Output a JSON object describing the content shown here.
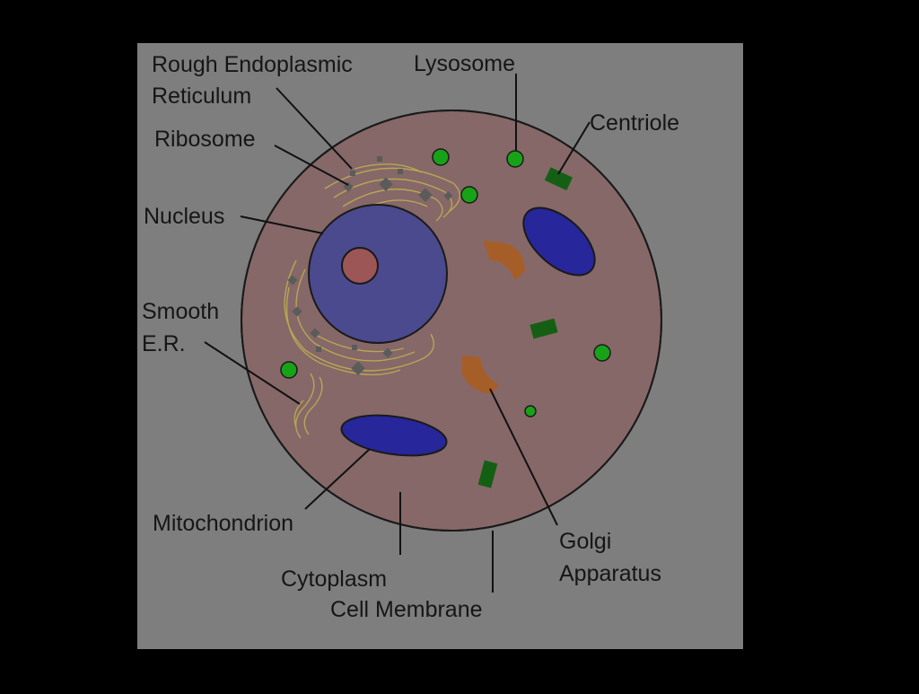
{
  "colors": {
    "screen": "#000000",
    "panel": "#7e7e7e",
    "cytoplasm": "#866868",
    "membrane": "#1a1a1a",
    "nucleus": "#4b4a8e",
    "nucleolus": "#9c5656",
    "mitochondrion": "#27269a",
    "golgi": "#a65e29",
    "lysosome": "#18a218",
    "centriole": "#145f14",
    "ribosome": "#5b5b5b",
    "er_line": "#b6a754"
  },
  "labels": {
    "rough_er_line1": "Rough Endoplasmic",
    "rough_er_line2": "Reticulum",
    "ribosome": "Ribosome",
    "nucleus": "Nucleus",
    "smooth_er_line1": "Smooth",
    "smooth_er_line2": "E.R.",
    "mitochondrion": "Mitochondrion",
    "cytoplasm": "Cytoplasm",
    "cell_membrane": "Cell Membrane",
    "lysosome": "Lysosome",
    "centriole": "Centriole",
    "golgi_line1": "Golgi",
    "golgi_line2": "Apparatus"
  }
}
